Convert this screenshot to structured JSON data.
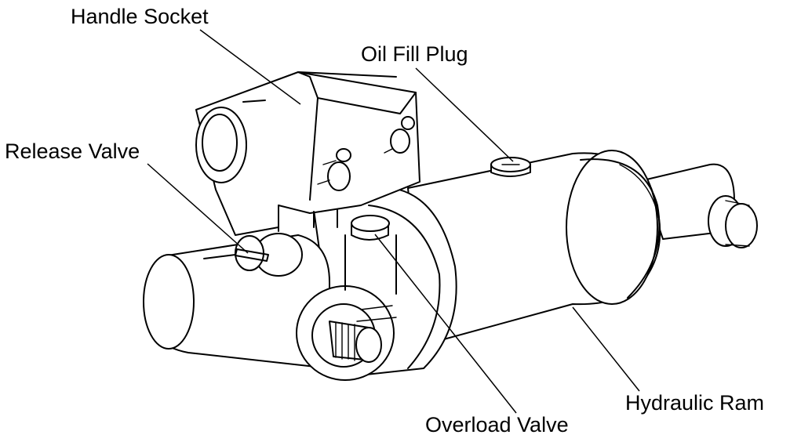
{
  "diagram": {
    "labels": {
      "handle_socket": "Handle Socket",
      "oil_fill_plug": "Oil Fill Plug",
      "release_valve": "Release Valve",
      "overload_valve": "Overload Valve",
      "hydraulic_ram": "Hydraulic Ram"
    },
    "colors": {
      "ink": "#000000",
      "paper": "#ffffff"
    }
  }
}
